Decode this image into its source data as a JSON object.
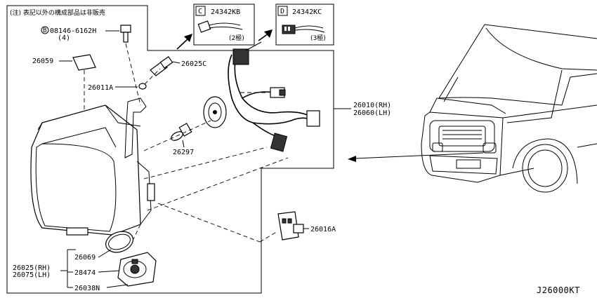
{
  "note": "(注) 表記以外の構成部品は非販売",
  "diagram_code": "J26000KT",
  "insets": [
    {
      "letter": "C",
      "part": "24342KB",
      "qty": "(2極)"
    },
    {
      "letter": "D",
      "part": "24342KC",
      "qty": "(3極)"
    }
  ],
  "labels": {
    "bolt_part": "08146-6162H",
    "bolt_symbol": "B",
    "bolt_qty": "(4)",
    "p26059": "26059",
    "p26025C": "26025C",
    "p26011A": "26011A",
    "p26297": "26297",
    "p26010": "26010(RH)",
    "p26060": "26060(LH)",
    "p26016A": "26016A",
    "p26069": "26069",
    "p26025": "26025(RH)",
    "p26075": "26075(LH)",
    "p28474": "28474",
    "p26038N": "26038N"
  }
}
